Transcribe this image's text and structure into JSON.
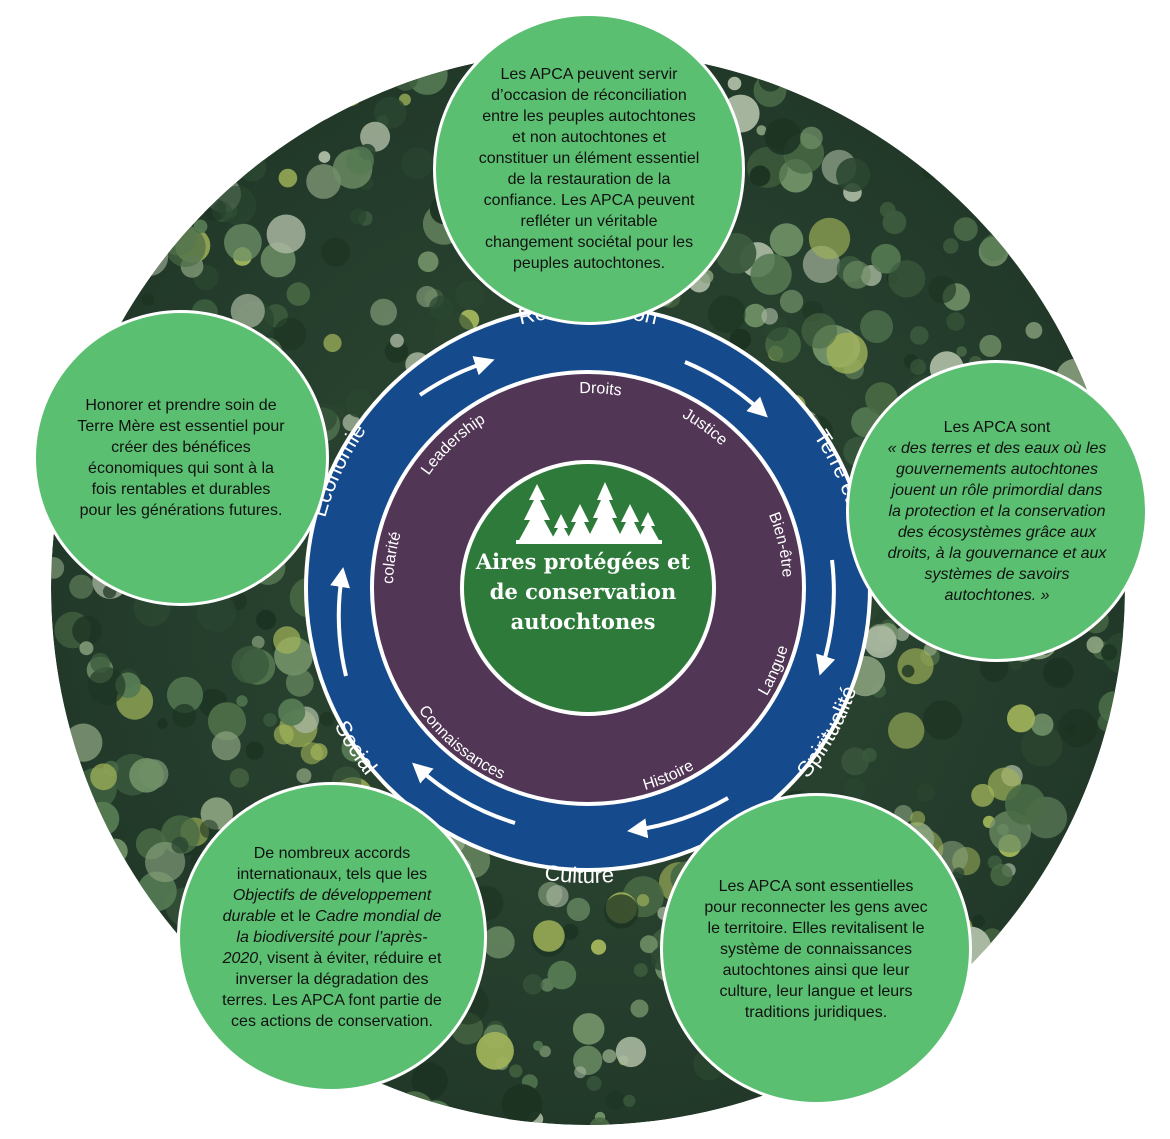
{
  "colors": {
    "bubble": "#5bbf72",
    "outer_ring": "#154a8c",
    "inner_ring": "#513656",
    "core": "#2e7a3a",
    "forest_dark": "#1f3a26",
    "forest_light": "#6f8f66"
  },
  "center": {
    "icon": "pine-trees-icon",
    "title": "Aires protégées et de conservation autochtones"
  },
  "outer_ring_labels": {
    "reconciliation": "Réconciliation",
    "terre_et_eau": "Terre et eau",
    "spiritualite": "Spiritualité",
    "culture": "Culture",
    "social": "Social",
    "economie": "Économie"
  },
  "inner_ring_labels": {
    "droits": "Droits",
    "justice": "Justice",
    "bien_etre": "Bien-être",
    "langue": "Langue",
    "histoire": "Histoire",
    "connaissances": "Connaissances",
    "scolarite": "Scolarité",
    "leadership": "Leadership"
  },
  "bubbles": {
    "top": "Les APCA peuvent servir d’occasion de réconciliation entre les peuples autochtones et non autochtones et constituer un élément essentiel de la restauration de la confiance. Les APCA peuvent refléter un véritable changement sociétal pour les peuples autochtones.",
    "right_intro": "Les APCA sont",
    "right_quote": "« des terres et des eaux où les gouvernements autochtones jouent un rôle primordial dans la protection et la conservation des écosystèmes grâce aux droits, à la gouvernance et aux systèmes de savoirs autochtones. »",
    "bottom_right": "Les APCA sont essentielles pour reconnecter les gens avec le territoire. Elles revitalisent le système de connaissances autochtones ainsi que leur culture, leur langue et leurs traditions juridiques.",
    "bottom_left_1": "De nombreux accords internationaux, tels que les ",
    "bottom_left_2": "Objectifs de développement durable",
    "bottom_left_3": " et le ",
    "bottom_left_4": "Cadre mondial de la biodiversité pour l’après-2020",
    "bottom_left_5": ", visent à éviter, réduire et inverser la dégradation des terres. Les APCA font partie de ces actions de conservation.",
    "left": "Honorer et prendre soin de Terre Mère est essentiel pour créer des bénéfices économiques qui sont à la fois rentables et durables pour les générations futures."
  }
}
